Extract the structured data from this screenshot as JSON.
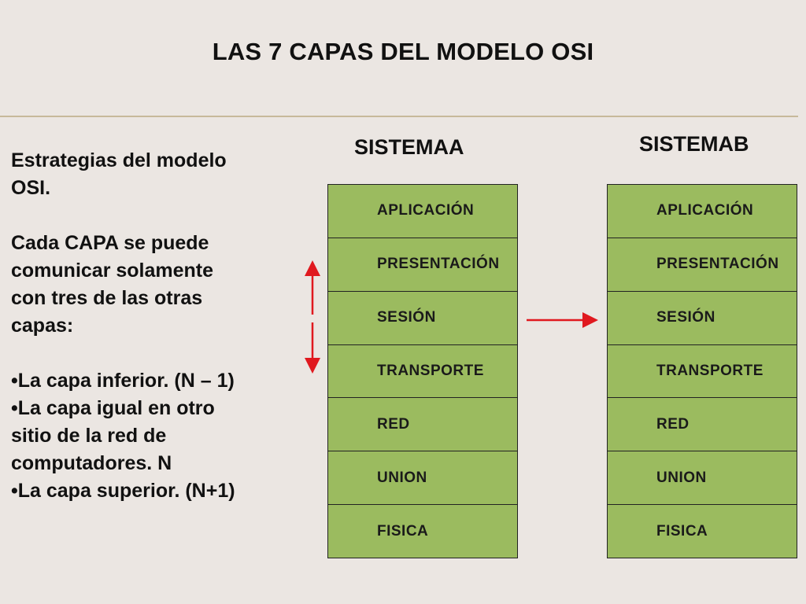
{
  "title": "LAS 7 CAPAS DEL MODELO OSI",
  "left_panel": {
    "heading_lines": [
      "Estrategias del modelo",
      "OSI."
    ],
    "intro_lines": [
      "Cada CAPA se puede",
      "comunicar solamente",
      "con tres de las otras",
      "capas:"
    ],
    "bullet_lines": [
      "•La capa  inferior. (N – 1)",
      "•La capa igual en otro",
      "sitio de la red de",
      "computadores. N",
      "•La capa  superior. (N+1)"
    ]
  },
  "system_a": {
    "title": "SISTEMAA",
    "layers": [
      "APLICACIÓN",
      "PRESENTACIÓN",
      "SESIÓN",
      "TRANSPORTE",
      "RED",
      "UNION",
      "FISICA"
    ]
  },
  "system_b": {
    "title": "SISTEMAB",
    "layers": [
      "APLICACIÓN",
      "PRESENTACIÓN",
      "SESIÓN",
      "TRANSPORTE",
      "RED",
      "UNION",
      "FISICA"
    ]
  },
  "colors": {
    "background": "#ebe6e2",
    "layer_fill": "#9bbb5f",
    "arrow": "#e0191f",
    "divider": "#c7b99a"
  }
}
